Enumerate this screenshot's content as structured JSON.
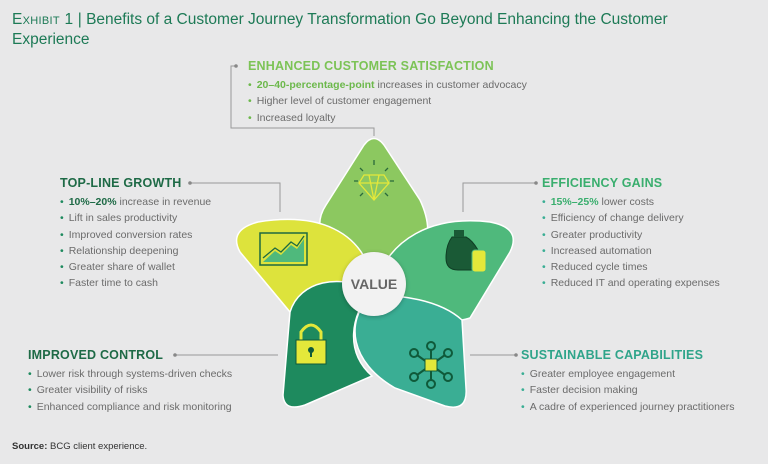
{
  "title": {
    "exhibit": "Exhibit 1",
    "separator": "|",
    "text": "Benefits of a Customer Journey Transformation Go Beyond Enhancing the Customer Experience"
  },
  "center": "VALUE",
  "colors": {
    "satisfaction": "#8cc860",
    "growth": "#dde33c",
    "efficiency": "#4fb97c",
    "control": "#1e8a5e",
    "capabilities": "#3aae94"
  },
  "satisfaction": {
    "heading": "ENHANCED CUSTOMER SATISFACTION",
    "items": [
      {
        "bold": "20–40-percentage-point",
        "text": " increases in customer advocacy"
      },
      {
        "text": "Higher level of customer engagement"
      },
      {
        "text": "Increased loyalty"
      }
    ]
  },
  "growth": {
    "heading": "TOP-LINE GROWTH",
    "items": [
      {
        "bold": "10%–20%",
        "text": " increase in revenue"
      },
      {
        "text": "Lift in sales productivity"
      },
      {
        "text": "Improved conversion rates"
      },
      {
        "text": "Relationship deepening"
      },
      {
        "text": "Greater share of wallet"
      },
      {
        "text": "Faster time to cash"
      }
    ]
  },
  "efficiency": {
    "heading": "EFFICIENCY GAINS",
    "items": [
      {
        "bold": "15%–25%",
        "text": " lower costs"
      },
      {
        "text": "Efficiency of change delivery"
      },
      {
        "text": "Greater productivity"
      },
      {
        "text": "Increased automation"
      },
      {
        "text": "Reduced cycle times"
      },
      {
        "text": "Reduced IT and operating expenses"
      }
    ]
  },
  "control": {
    "heading": "IMPROVED CONTROL",
    "items": [
      {
        "text": "Lower risk through systems-driven checks"
      },
      {
        "text": "Greater visibility of risks"
      },
      {
        "text": "Enhanced compliance and risk monitoring"
      }
    ]
  },
  "capabilities": {
    "heading": "SUSTAINABLE CAPABILITIES",
    "items": [
      {
        "text": "Greater employee engagement"
      },
      {
        "text": "Faster decision making"
      },
      {
        "text": "A cadre of experienced journey practitioners"
      }
    ]
  },
  "source": {
    "label": "Source:",
    "text": " BCG client experience."
  }
}
